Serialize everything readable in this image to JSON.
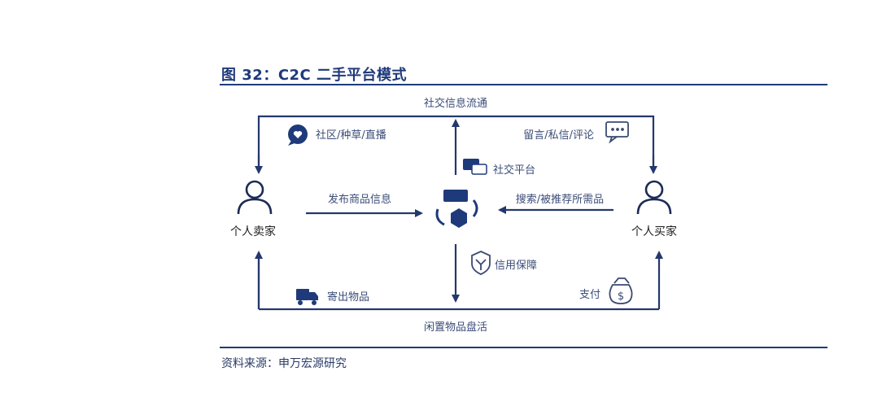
{
  "figure": {
    "title": "图 32：C2C 二手平台模式",
    "source": "资料来源：申万宏源研究"
  },
  "nodes": {
    "seller": "个人卖家",
    "buyer": "个人买家"
  },
  "labels": {
    "social_flow": "社交信息流通",
    "community": "社区/种草/直播",
    "comments": "留言/私信/评论",
    "social_platform": "社交平台",
    "publish_info": "发布商品信息",
    "search_recommend": "搜索/被推荐所需品",
    "credit": "信用保障",
    "ship": "寄出物品",
    "pay": "支付",
    "idle_goods": "闲置物品盘活"
  },
  "icons": {
    "community": "chat-heart-icon",
    "comments": "chat-bubble-icon",
    "social_platform": "chat-bubbles-icon",
    "platform": "platform-cycle-icon",
    "credit": "shield-check-icon",
    "ship": "truck-icon",
    "pay": "money-bag-icon",
    "seller": "person-icon",
    "buyer": "person-icon"
  },
  "colors": {
    "primary": "#1f3a7a",
    "line": "#24386e"
  }
}
